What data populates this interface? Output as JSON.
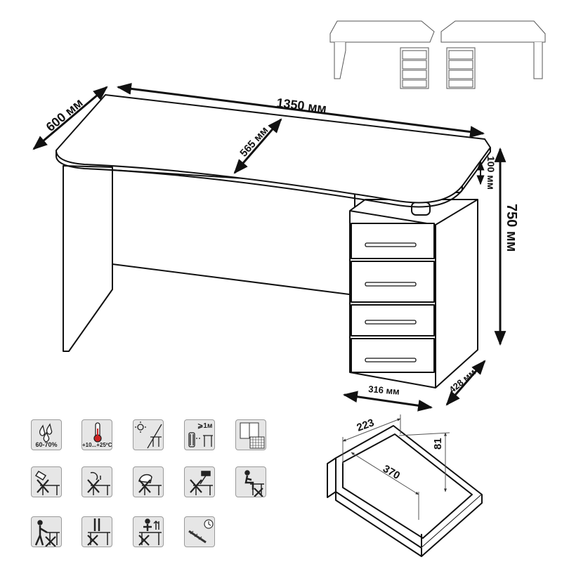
{
  "dimensions": {
    "width": "1350 мм",
    "depth": "600 мм",
    "inner_depth": "565 мм",
    "drawer_gap": "100 мм",
    "height": "750 мм",
    "pedestal_width": "316 мм",
    "pedestal_depth": "428 мм"
  },
  "drawer_dimensions": {
    "width": "223",
    "length": "370",
    "height": "81"
  },
  "care_icons": [
    {
      "name": "humidity-icon",
      "label": "60-70%"
    },
    {
      "name": "temperature-icon",
      "label": "+10...+25ºC"
    },
    {
      "name": "no-direct-sunlight-icon",
      "label": ""
    },
    {
      "name": "distance-from-heater-icon",
      "label": "⩾1м"
    },
    {
      "name": "ventilation-icon",
      "label": ""
    },
    {
      "name": "no-water-spill-icon",
      "label": ""
    },
    {
      "name": "no-liquid-icon",
      "label": ""
    },
    {
      "name": "no-iron-icon",
      "label": ""
    },
    {
      "name": "no-hammer-icon",
      "label": ""
    },
    {
      "name": "no-sitting-icon",
      "label": ""
    },
    {
      "name": "no-moving-by-pushing-icon",
      "label": ""
    },
    {
      "name": "no-standing-icon",
      "label": ""
    },
    {
      "name": "no-heavy-load-icon",
      "label": ""
    },
    {
      "name": "tighten-screws-periodically-icon",
      "label": ""
    }
  ]
}
